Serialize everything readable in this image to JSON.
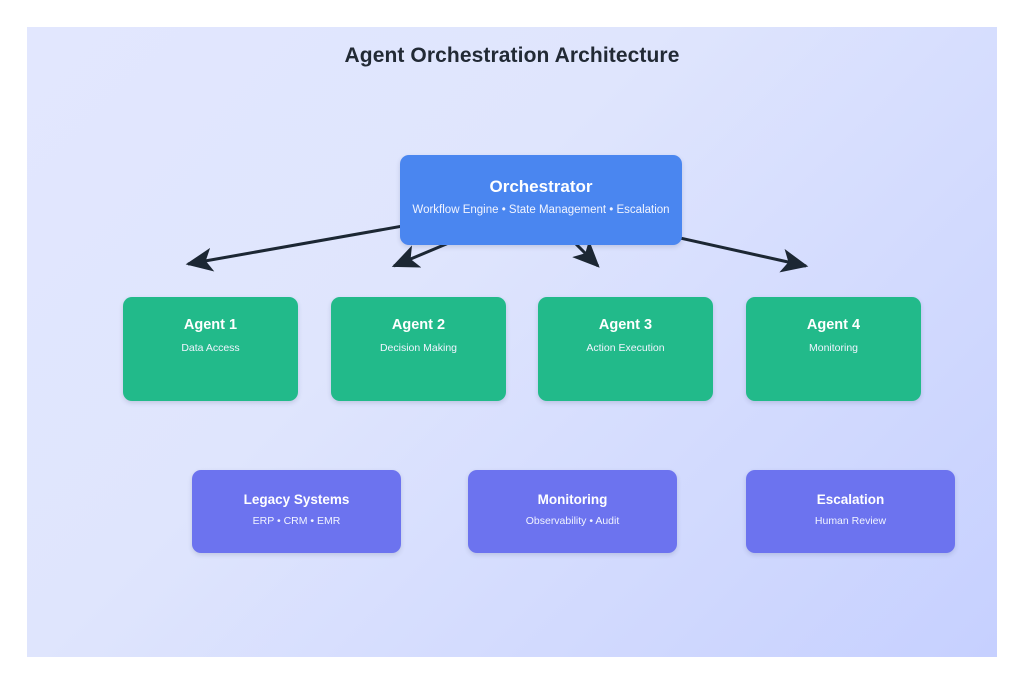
{
  "diagram": {
    "title": "Agent Orchestration Architecture",
    "background_color": "#dde3fd",
    "canvas_color": "#ffffff"
  },
  "nodes": {
    "orchestrator": {
      "title": "Orchestrator",
      "subtitle": "Workflow Engine • State Management • Escalation",
      "color": "#4a86f0",
      "text_color": "#ffffff"
    },
    "agents": [
      {
        "title": "Agent 1",
        "subtitle": "Data Access",
        "color": "#22ba8a",
        "text_color": "#ffffff"
      },
      {
        "title": "Agent 2",
        "subtitle": "Decision Making",
        "color": "#22ba8a",
        "text_color": "#ffffff"
      },
      {
        "title": "Agent 3",
        "subtitle": "Action Execution",
        "color": "#22ba8a",
        "text_color": "#ffffff"
      },
      {
        "title": "Agent 4",
        "subtitle": "Monitoring",
        "color": "#22ba8a",
        "text_color": "#ffffff"
      }
    ],
    "systems": [
      {
        "title": "Legacy Systems",
        "subtitle": "ERP • CRM • EMR",
        "color": "#6c73ef",
        "text_color": "#ffffff"
      },
      {
        "title": "Monitoring",
        "subtitle": "Observability • Audit",
        "color": "#6c73ef",
        "text_color": "#ffffff"
      },
      {
        "title": "Escalation",
        "subtitle": "Human Review",
        "color": "#6c73ef",
        "text_color": "#ffffff"
      }
    ]
  },
  "edges": {
    "color": "#1c2733",
    "width": 3,
    "items": [
      {
        "from": "orchestrator",
        "to": "Agent 1"
      },
      {
        "from": "orchestrator",
        "to": "Agent 2"
      },
      {
        "from": "orchestrator",
        "to": "Agent 3"
      },
      {
        "from": "orchestrator",
        "to": "Agent 4"
      }
    ]
  }
}
